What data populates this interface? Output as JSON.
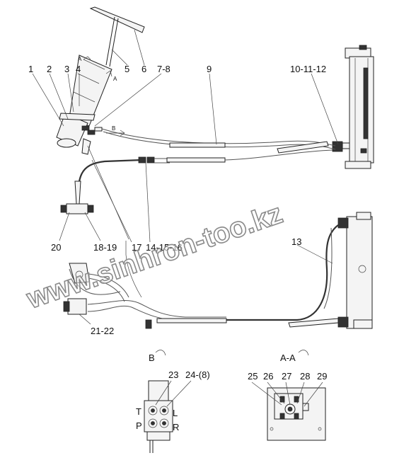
{
  "callouts": {
    "c1": "1",
    "c2": "2",
    "c3": "3",
    "c4": "4",
    "c5": "5",
    "c6": "6",
    "c7_8": "7-8",
    "c9": "9",
    "c10_11_12": "10-11-12",
    "c13": "13",
    "c14_15_16": "14-15-16",
    "c17": "17",
    "c18_19": "18-19",
    "c20": "20",
    "c21_22": "21-22",
    "c23": "23",
    "c24_8": "24-(8)",
    "c25": "25",
    "c26": "26",
    "c27": "27",
    "c28": "28",
    "c29": "29"
  },
  "section_marks": {
    "a_upper": "A",
    "a_lower": "A",
    "b_arrow": "B"
  },
  "view_titles": {
    "view_b": "B",
    "view_aa": "A-A"
  },
  "port_labels": {
    "t": "T",
    "p": "P",
    "l": "L",
    "r": "R"
  },
  "watermark": {
    "text": "www.sinhron-too.kz"
  }
}
